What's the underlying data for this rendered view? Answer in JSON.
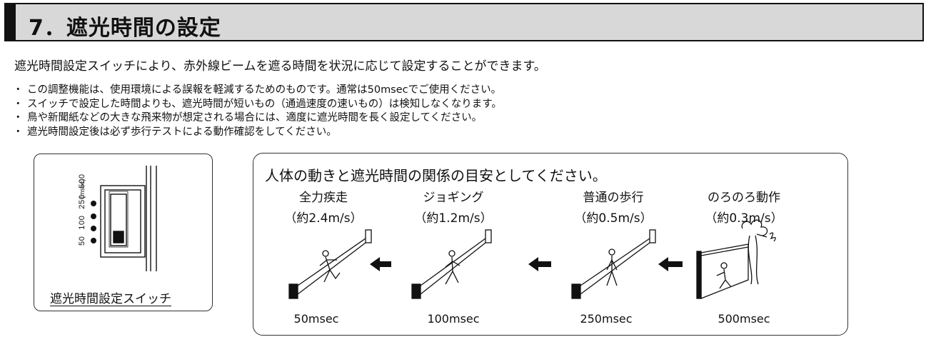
{
  "section": {
    "title": "7．遮光時間の設定"
  },
  "intro": "遮光時間設定スイッチにより、赤外線ビームを遮る時間を状況に応じて設定することができます。",
  "notes": [
    "この調整機能は、使用環境による誤報を軽減するためのものです。通常は50msecでご使用ください。",
    "スイッチで設定した時間よりも、遮光時間が短いもの（通過速度の速いもの）は検知しなくなります。",
    "鳥や新聞紙などの大きな飛来物が想定される場合には、適度に遮光時間を長く設定してください。",
    "遮光時間設定後は必ず歩行テストによる動作確認をしてください。"
  ],
  "switch": {
    "caption": "遮光時間設定スイッチ",
    "scale_labels": [
      "50",
      "100",
      "250",
      "500"
    ],
    "unit": "(msec)"
  },
  "reference": {
    "title": "人体の動きと遮光時間の関係の目安としてください。",
    "activities": [
      {
        "name": "全力疾走",
        "speed": "（約2.4m/s）",
        "msec": "50msec"
      },
      {
        "name": "ジョギング",
        "speed": "（約1.2m/s）",
        "msec": "100msec"
      },
      {
        "name": "普通の歩行",
        "speed": "（約0.5m/s）",
        "msec": "250msec"
      },
      {
        "name": "のろのろ動作",
        "speed": "（約0.3m/s）",
        "msec": "500msec"
      }
    ]
  }
}
